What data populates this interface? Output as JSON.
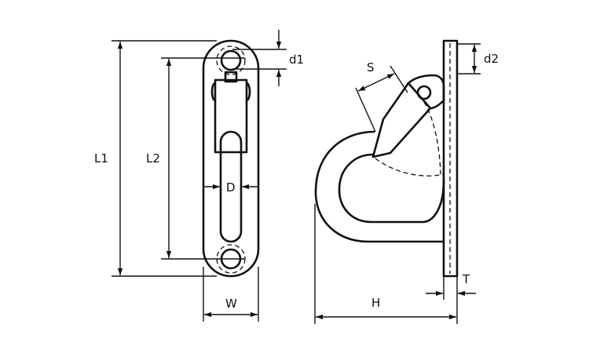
{
  "dimensions": {
    "L1": "L1",
    "L2": "L2",
    "D": "D",
    "W": "W",
    "d1": "d1",
    "d2": "d2",
    "S": "S",
    "H": "H",
    "T": "T"
  }
}
